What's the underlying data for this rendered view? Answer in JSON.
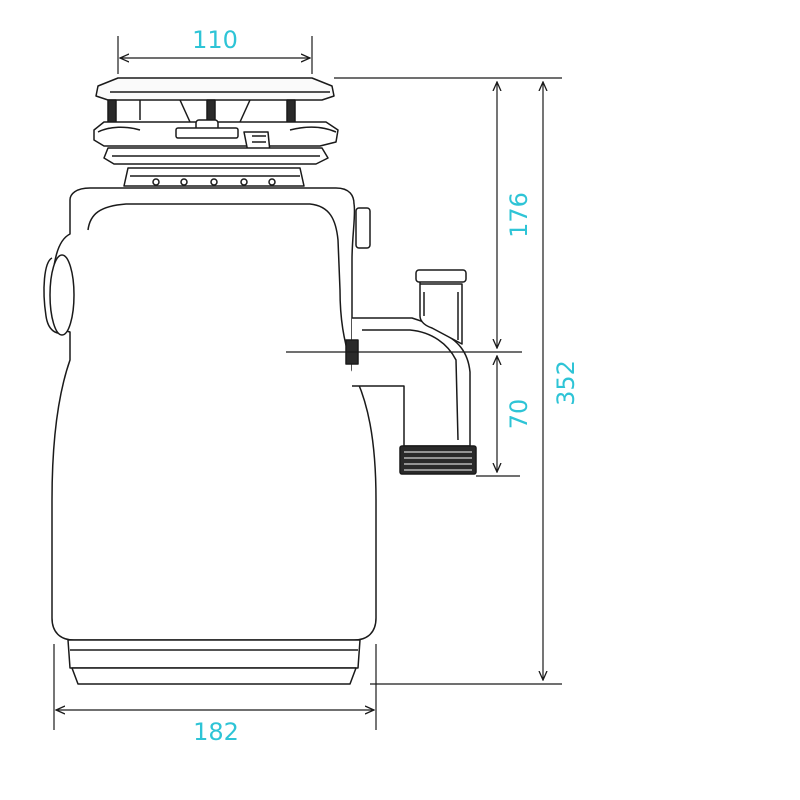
{
  "dimensions": {
    "flange_width": "110",
    "top_to_outlet": "176",
    "outlet_to_bottom_of_pipe": "70",
    "total_height": "352",
    "body_width": "182"
  },
  "colors": {
    "dimension_text": "#2ec4d6",
    "outline": "#1a1a1a",
    "dimension_line": "#1a1a1a"
  }
}
